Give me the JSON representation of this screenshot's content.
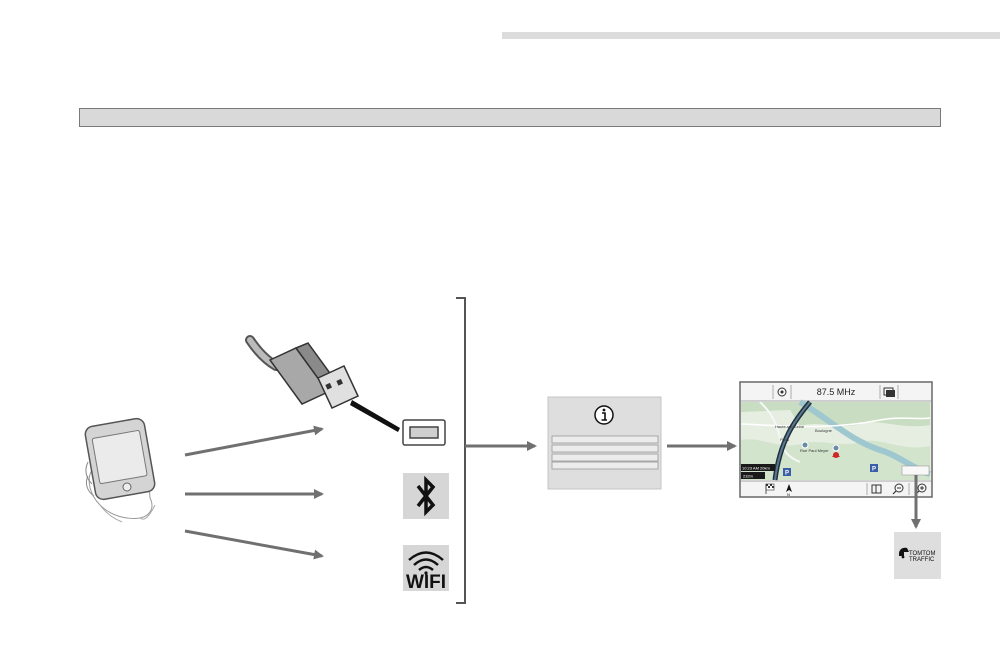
{
  "navigation_screen": {
    "radio_frequency": "87.5 MHz",
    "arrival_time": "10:23 AM 20km",
    "distance": "232m"
  },
  "connectivity": {
    "usb_icon": "usb-port-icon",
    "bluetooth_icon": "bluetooth-icon",
    "wifi_label": "WIFI"
  },
  "info_panel": {
    "icon": "info-icon"
  },
  "traffic_service": {
    "line1": "TOMTOM",
    "line2": "TRAFFIC"
  },
  "colors": {
    "arrow": "#707070",
    "panel": "#dedede",
    "map_land": "#e6eee2",
    "map_water": "#9fc7cf",
    "route": "#1f2f3c"
  }
}
